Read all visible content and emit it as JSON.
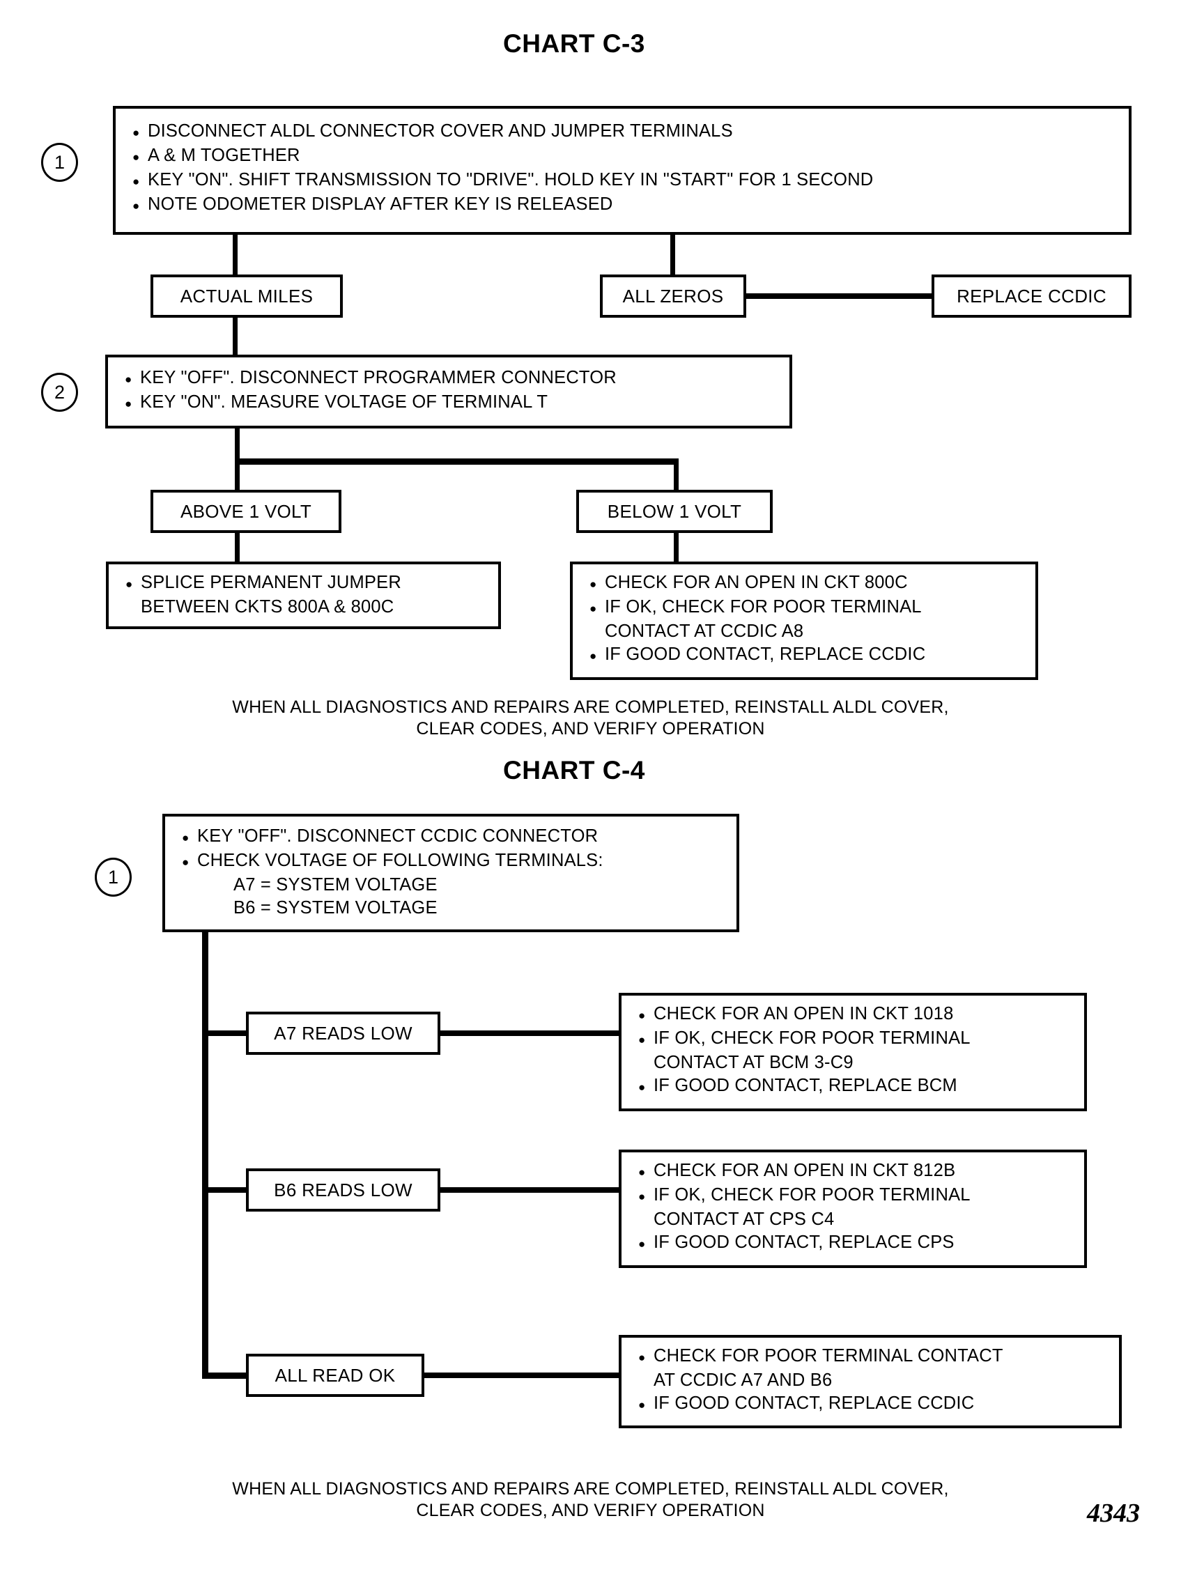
{
  "document": {
    "page_number": "4343"
  },
  "chart_c3": {
    "title": "CHART C-3",
    "step1": {
      "number": "1",
      "lines": [
        "DISCONNECT ALDL CONNECTOR COVER AND JUMPER TERMINALS",
        "A & M TOGETHER",
        "KEY \"ON\". SHIFT TRANSMISSION TO \"DRIVE\". HOLD KEY IN \"START\" FOR 1 SECOND",
        "NOTE ODOMETER DISPLAY AFTER KEY IS RELEASED"
      ]
    },
    "branch_actual_miles": "ACTUAL MILES",
    "branch_all_zeros": "ALL ZEROS",
    "result_replace_ccdic": "REPLACE CCDIC",
    "step2": {
      "number": "2",
      "lines": [
        "KEY \"OFF\". DISCONNECT PROGRAMMER CONNECTOR",
        "KEY \"ON\". MEASURE VOLTAGE OF TERMINAL T"
      ]
    },
    "branch_above_volt": "ABOVE 1 VOLT",
    "branch_below_volt": "BELOW 1 VOLT",
    "result_above": [
      "SPLICE PERMANENT JUMPER",
      "BETWEEN CKTS 800A & 800C"
    ],
    "result_below": [
      "CHECK FOR AN OPEN IN CKT 800C",
      "IF OK, CHECK FOR POOR TERMINAL",
      "CONTACT AT CCDIC A8",
      "IF GOOD CONTACT, REPLACE CCDIC"
    ],
    "footnote": [
      "WHEN ALL DIAGNOSTICS AND REPAIRS ARE COMPLETED, REINSTALL ALDL COVER,",
      "CLEAR CODES, AND VERIFY OPERATION"
    ]
  },
  "chart_c4": {
    "title": "CHART C-4",
    "step1": {
      "number": "1",
      "lines": [
        "KEY \"OFF\". DISCONNECT CCDIC CONNECTOR",
        "CHECK VOLTAGE OF FOLLOWING TERMINALS:",
        "A7 = SYSTEM VOLTAGE",
        "B6 = SYSTEM VOLTAGE"
      ]
    },
    "branch_a7": "A7 READS LOW",
    "result_a7": [
      "CHECK FOR AN OPEN IN CKT 1018",
      "IF OK, CHECK FOR POOR TERMINAL",
      "CONTACT AT BCM 3-C9",
      "IF GOOD CONTACT, REPLACE BCM"
    ],
    "branch_b6": "B6 READS LOW",
    "result_b6": [
      "CHECK FOR AN OPEN IN CKT 812B",
      "IF OK, CHECK FOR POOR TERMINAL",
      "CONTACT AT CPS C4",
      "IF GOOD CONTACT, REPLACE CPS"
    ],
    "branch_ok": "ALL READ OK",
    "result_ok": [
      "CHECK FOR POOR TERMINAL CONTACT",
      "AT CCDIC A7 AND B6",
      "IF GOOD CONTACT, REPLACE CCDIC"
    ],
    "footnote": [
      "WHEN ALL DIAGNOSTICS AND REPAIRS ARE COMPLETED, REINSTALL ALDL COVER,",
      "CLEAR CODES, AND VERIFY OPERATION"
    ]
  }
}
